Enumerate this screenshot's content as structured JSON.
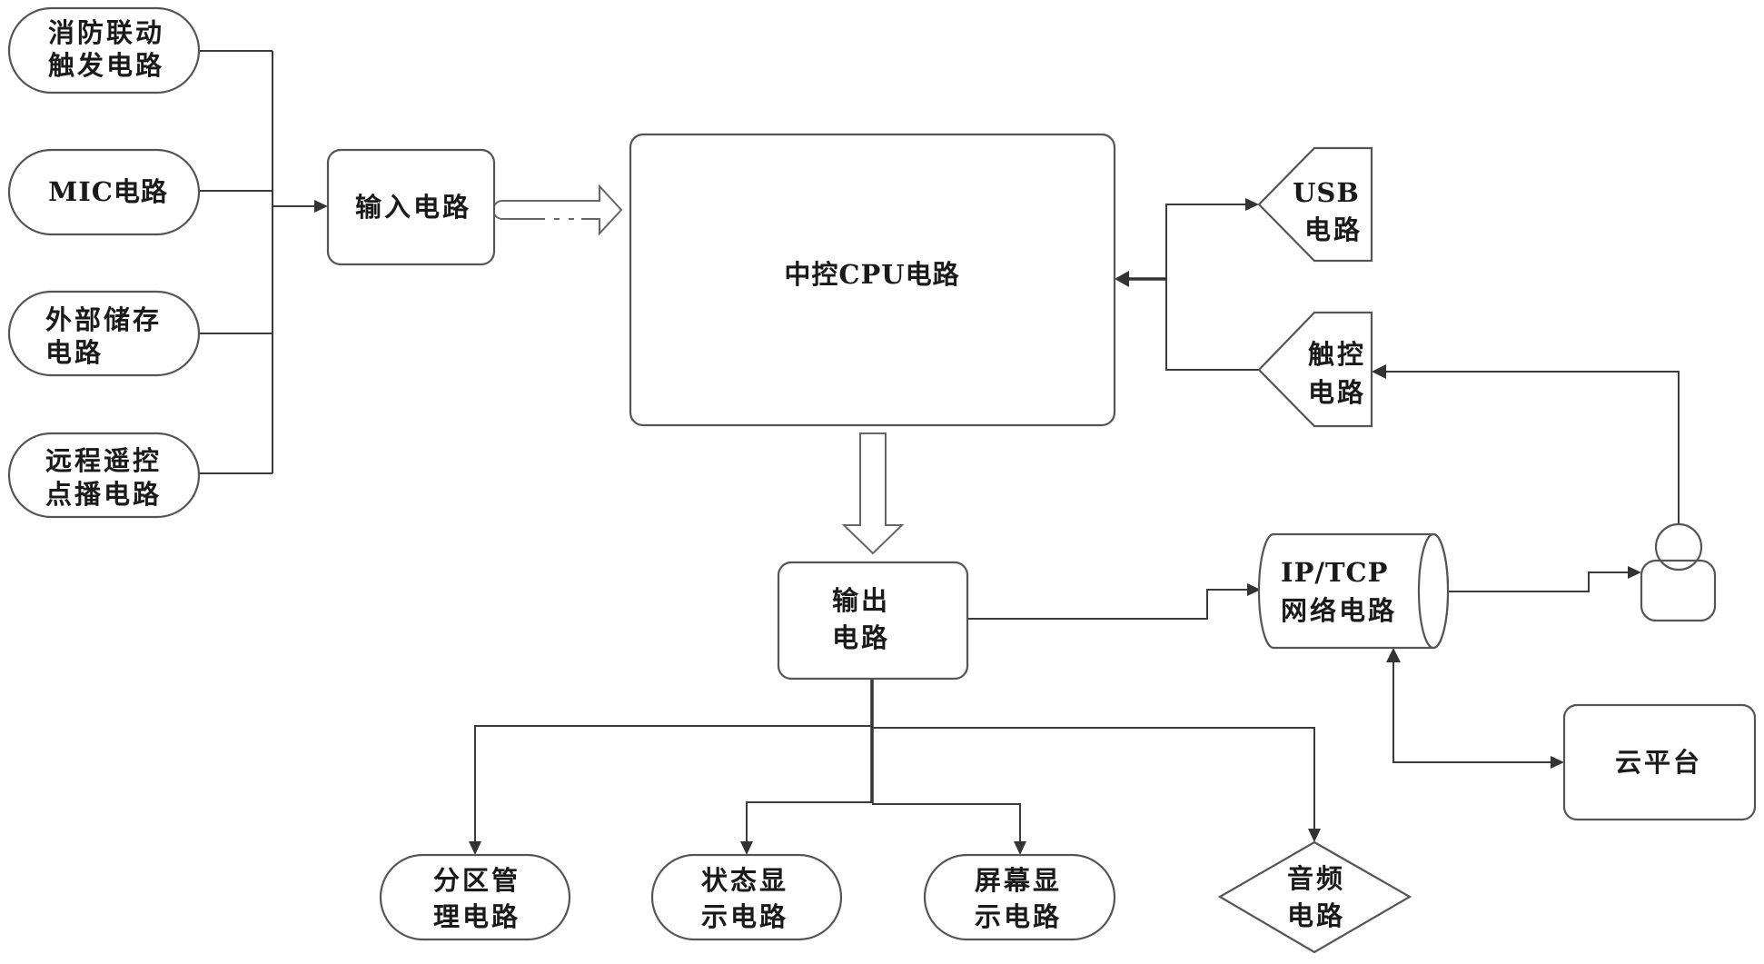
{
  "diagram": {
    "title": "",
    "nodes": {
      "fire_linkage": {
        "lines": [
          "消防联动",
          "触发电路"
        ],
        "shape": "stadium"
      },
      "mic": {
        "lines": [
          "MIC电路"
        ],
        "shape": "stadium"
      },
      "external_storage": {
        "lines": [
          "外部储存",
          "电路"
        ],
        "shape": "stadium"
      },
      "remote_control": {
        "lines": [
          "远程遥控",
          "点播电路"
        ],
        "shape": "stadium"
      },
      "input": {
        "lines": [
          "输入电路"
        ],
        "shape": "rounded-rect"
      },
      "cpu": {
        "lines": [
          "中控CPU电路"
        ],
        "shape": "rounded-rect"
      },
      "usb": {
        "lines": [
          "USB",
          "电路"
        ],
        "shape": "pentagon-left"
      },
      "touch": {
        "lines": [
          "触控",
          "电路"
        ],
        "shape": "pentagon-left"
      },
      "output": {
        "lines": [
          "输出",
          "电路"
        ],
        "shape": "rounded-rect"
      },
      "network": {
        "lines": [
          "IP/TCP",
          "网络电路"
        ],
        "shape": "cylinder"
      },
      "user": {
        "lines": [],
        "shape": "person"
      },
      "cloud": {
        "lines": [
          "云平台"
        ],
        "shape": "rounded-rect"
      },
      "zone_mgmt": {
        "lines": [
          "分区管",
          "理电路"
        ],
        "shape": "stadium"
      },
      "status_display": {
        "lines": [
          "状态显",
          "示电路"
        ],
        "shape": "stadium"
      },
      "screen_display": {
        "lines": [
          "屏幕显",
          "示电路"
        ],
        "shape": "stadium"
      },
      "audio": {
        "lines": [
          "音频",
          "电路"
        ],
        "shape": "diamond"
      }
    },
    "edges": [
      {
        "from": "fire_linkage",
        "to": "input"
      },
      {
        "from": "mic",
        "to": "input"
      },
      {
        "from": "external_storage",
        "to": "input"
      },
      {
        "from": "remote_control",
        "to": "input"
      },
      {
        "from": "input",
        "to": "cpu",
        "style": "hollow-arrow"
      },
      {
        "from": "usb",
        "to": "cpu"
      },
      {
        "from": "touch",
        "to": "cpu"
      },
      {
        "from": "user",
        "to": "touch"
      },
      {
        "from": "cpu",
        "to": "output",
        "style": "hollow-arrow"
      },
      {
        "from": "output",
        "to": "network"
      },
      {
        "from": "network",
        "to": "user"
      },
      {
        "from": "network",
        "to": "cloud",
        "style": "bidirectional"
      },
      {
        "from": "output",
        "to": "zone_mgmt"
      },
      {
        "from": "output",
        "to": "status_display"
      },
      {
        "from": "output",
        "to": "screen_display"
      },
      {
        "from": "output",
        "to": "audio"
      }
    ]
  }
}
